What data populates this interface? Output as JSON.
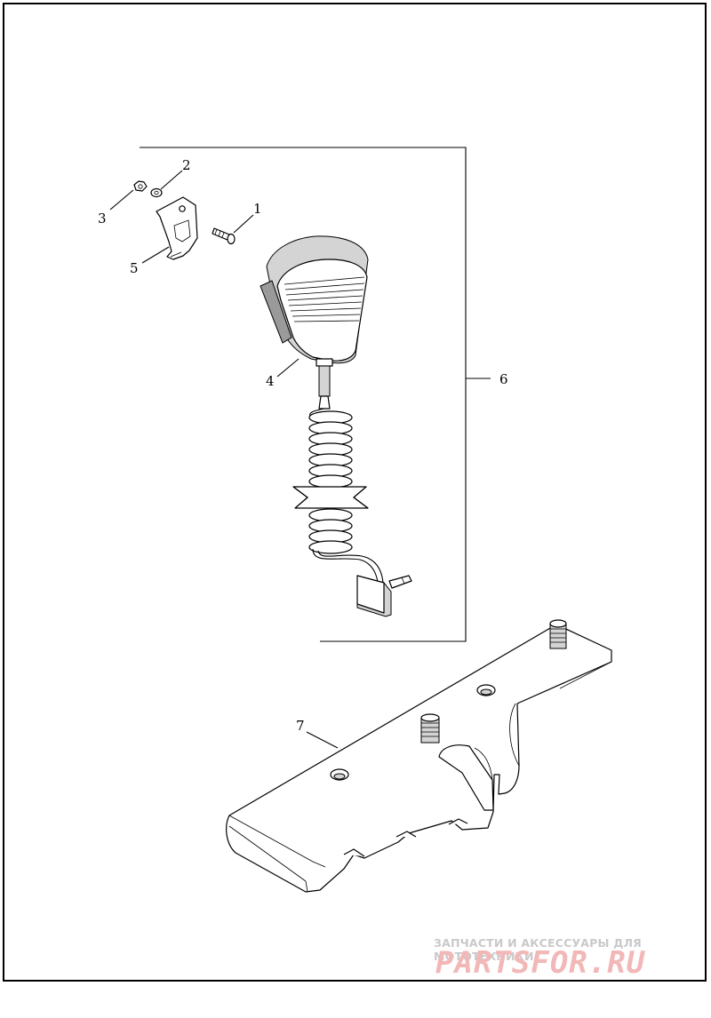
{
  "callouts": {
    "c1": "1",
    "c2": "2",
    "c3": "3",
    "c4": "4",
    "c5": "5",
    "c6": "6",
    "c7": "7"
  },
  "watermark": {
    "tagline": "ЗАПЧАСТИ И АКСЕССУАРЫ ДЛЯ МОТОТЕХНИКИ",
    "logo": "PARTSFOR.RU"
  },
  "colors": {
    "line": "#000000",
    "watermark_grey": "#c9c9c9",
    "watermark_red": "#f2b7b7"
  }
}
